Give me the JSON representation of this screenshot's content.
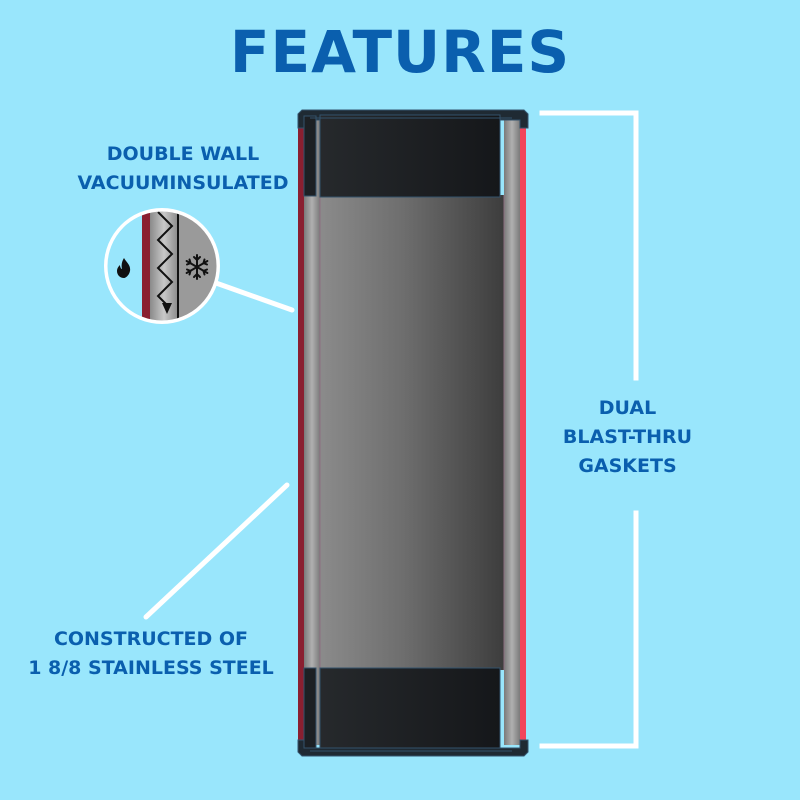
{
  "title": "FEATURES",
  "colors": {
    "background": "#99e6fc",
    "text": "#0a5fae",
    "callout_line": "#ffffff",
    "stripe_left": "#8a1f30",
    "stripe_right": "#f2445a",
    "cap": "#1f2326"
  },
  "features": [
    {
      "id": "double-wall",
      "lines": [
        "DOUBLE WALL",
        "VACUUMINSULATED"
      ],
      "icons": [
        "flame-icon",
        "zigzag-arrow-icon",
        "snowflake-icon"
      ]
    },
    {
      "id": "constructed",
      "lines": [
        "CONSTRUCTED OF",
        "1 8/8 STAINLESS STEEL"
      ]
    },
    {
      "id": "gaskets",
      "lines": [
        "DUAL",
        "BLAST-THRU",
        "GASKETS"
      ]
    }
  ],
  "icons": {
    "flame": "🔥",
    "snowflake": "❄"
  }
}
